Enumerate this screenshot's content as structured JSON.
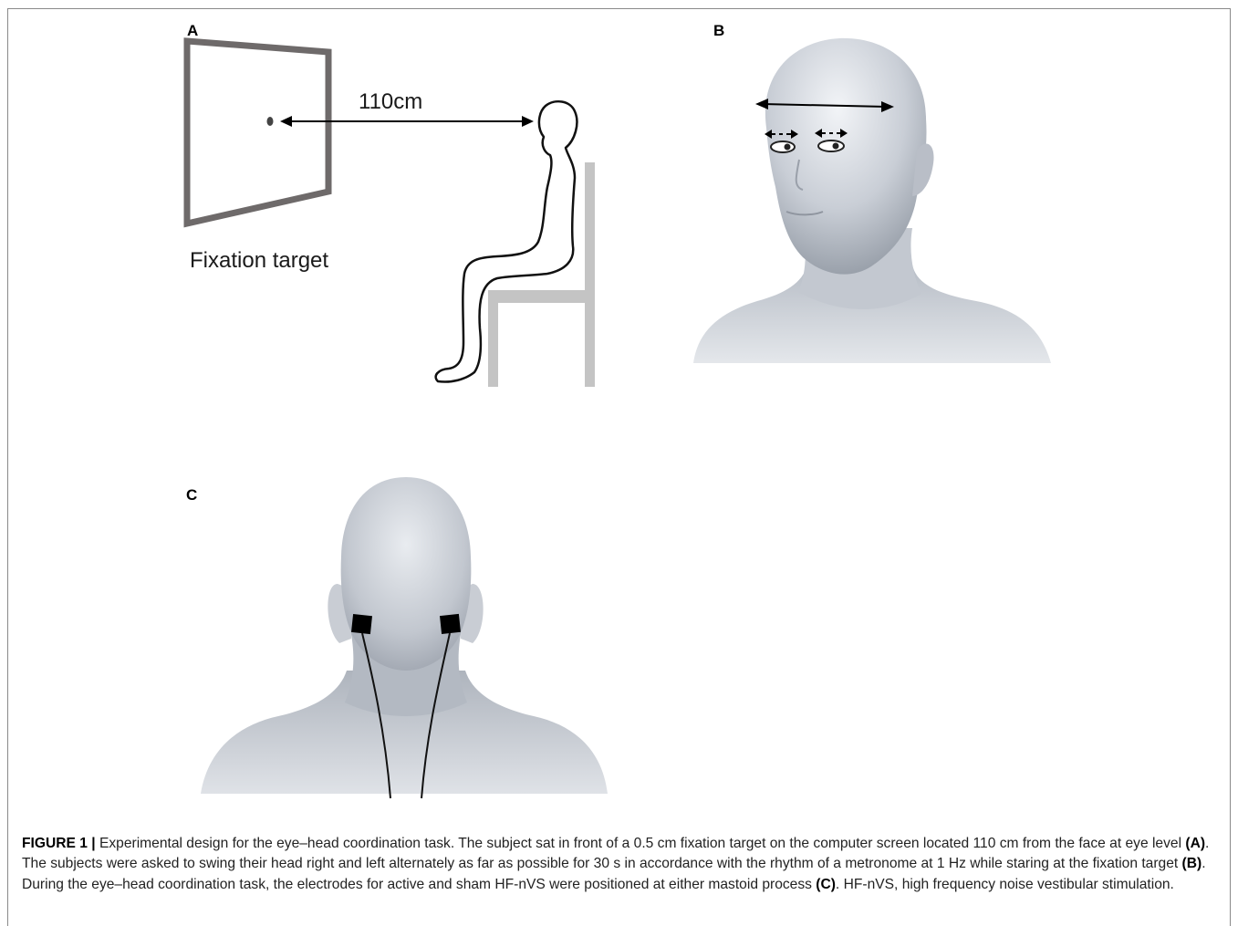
{
  "panels": {
    "a": {
      "label": "A",
      "distance_label": "110cm",
      "target_label": "Fixation target"
    },
    "b": {
      "label": "B"
    },
    "c": {
      "label": "C"
    }
  },
  "caption": {
    "figure_label": "FIGURE 1 |",
    "part1": " Experimental design for the eye–head coordination task. The subject sat in front of a 0.5 cm fixation target on the computer screen located 110 cm from the face at eye level ",
    "ref_a": "(A)",
    "part2": ". The subjects were asked to swing their head right and left alternately as far as possible for 30 s in accordance with the rhythm of a metronome at 1 Hz while staring at the fixation target ",
    "ref_b": "(B)",
    "part3": ". During the eye–head coordination task, the electrodes for active and sham HF-nVS were positioned at either mastoid process ",
    "ref_c": "(C)",
    "part4": ". HF-nVS, high frequency noise vestibular stimulation."
  }
}
